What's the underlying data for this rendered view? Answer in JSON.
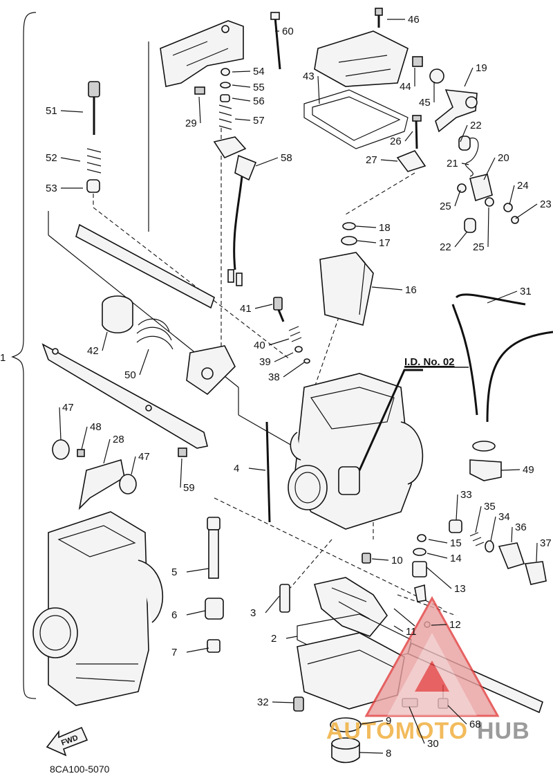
{
  "diagram": {
    "id_label": "I.D. No. 02",
    "bracket_label": "1",
    "code": "8CA100-5070",
    "fwd": "FWD",
    "watermark": {
      "part1": "AUTOMOTO",
      "part2": "HUB",
      "color1": "#f0b040",
      "color2": "#8a8a8a",
      "logo_color": "#e23c3c"
    }
  },
  "callouts": [
    {
      "label": "60"
    },
    {
      "label": "46"
    },
    {
      "label": "54"
    },
    {
      "label": "55"
    },
    {
      "label": "56"
    },
    {
      "label": "57"
    },
    {
      "label": "29"
    },
    {
      "label": "51"
    },
    {
      "label": "52"
    },
    {
      "label": "53"
    },
    {
      "label": "43"
    },
    {
      "label": "44"
    },
    {
      "label": "45"
    },
    {
      "label": "19"
    },
    {
      "label": "26"
    },
    {
      "label": "27"
    },
    {
      "label": "22"
    },
    {
      "label": "21"
    },
    {
      "label": "20"
    },
    {
      "label": "24"
    },
    {
      "label": "23"
    },
    {
      "label": "25"
    },
    {
      "label": "25"
    },
    {
      "label": "22"
    },
    {
      "label": "58"
    },
    {
      "label": "18"
    },
    {
      "label": "17"
    },
    {
      "label": "16"
    },
    {
      "label": "31"
    },
    {
      "label": "41"
    },
    {
      "label": "42"
    },
    {
      "label": "40"
    },
    {
      "label": "39"
    },
    {
      "label": "38"
    },
    {
      "label": "50"
    },
    {
      "label": "47"
    },
    {
      "label": "48"
    },
    {
      "label": "28"
    },
    {
      "label": "47"
    },
    {
      "label": "59"
    },
    {
      "label": "4"
    },
    {
      "label": "49"
    },
    {
      "label": "33"
    },
    {
      "label": "35"
    },
    {
      "label": "34"
    },
    {
      "label": "36"
    },
    {
      "label": "37"
    },
    {
      "label": "15"
    },
    {
      "label": "14"
    },
    {
      "label": "10"
    },
    {
      "label": "13"
    },
    {
      "label": "5"
    },
    {
      "label": "6"
    },
    {
      "label": "7"
    },
    {
      "label": "3"
    },
    {
      "label": "2"
    },
    {
      "label": "11"
    },
    {
      "label": "12"
    },
    {
      "label": "32"
    },
    {
      "label": "9"
    },
    {
      "label": "68"
    },
    {
      "label": "30"
    },
    {
      "label": "8"
    }
  ]
}
